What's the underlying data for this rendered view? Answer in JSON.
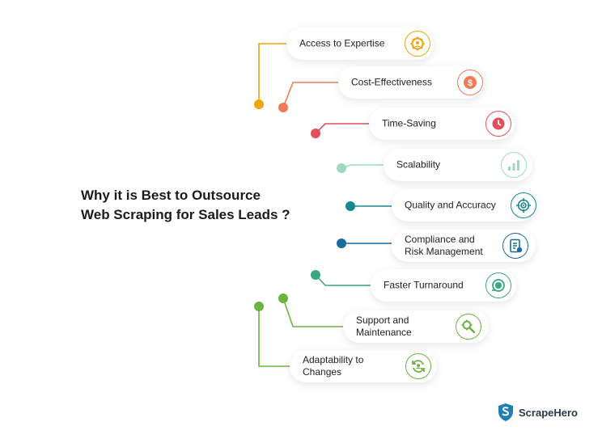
{
  "title": {
    "line1": "Why it is Best to Outsource",
    "line2": "Web Scraping for Sales Leads ?"
  },
  "items": [
    {
      "label": "Access to Expertise",
      "color": "#f0a30a",
      "icon": "gear-person-icon"
    },
    {
      "label": "Cost-Effectiveness",
      "color": "#f07b59",
      "icon": "dollar-coin-icon"
    },
    {
      "label": "Time-Saving",
      "color": "#e0505a",
      "icon": "clock-icon"
    },
    {
      "label": "Scalability",
      "color": "#9fd8bf",
      "icon": "bar-chart-icon"
    },
    {
      "label": "Quality and Accuracy",
      "color": "#138a8f",
      "icon": "target-icon"
    },
    {
      "label": "Compliance and\nRisk Management",
      "color": "#1c6b9c",
      "icon": "document-check-icon"
    },
    {
      "label": "Faster Turnaround",
      "color": "#3aa77f",
      "icon": "fast-clock-icon"
    },
    {
      "label": "Support and\nMaintenance",
      "color": "#6db33f",
      "icon": "wrench-gear-icon"
    },
    {
      "label": "Adaptability to\nChanges",
      "color": "#6db33f",
      "icon": "refresh-person-icon"
    }
  ],
  "brand": {
    "name": "ScrapeHero",
    "color": "#1f7fb5"
  }
}
